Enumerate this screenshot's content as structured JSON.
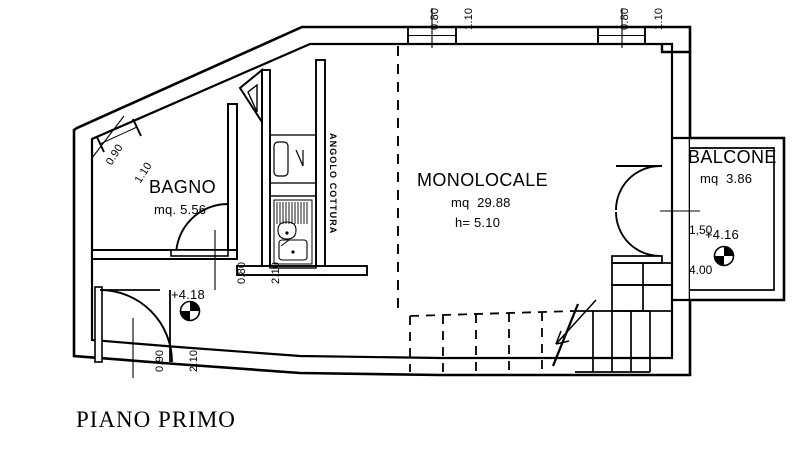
{
  "plan": {
    "title": "PIANO PRIMO",
    "ink_color": "#000000",
    "paper_color": "#ffffff"
  },
  "rooms": [
    {
      "id": "bagno",
      "name": "BAGNO",
      "area_label": "mq. 5.56"
    },
    {
      "id": "monolocale",
      "name": "MONOLOCALE",
      "area_label": "mq  29.88",
      "height_label": "h= 5.10"
    },
    {
      "id": "balcone",
      "name": "BALCONE",
      "area_label": "mq  3.86"
    }
  ],
  "kitchen": {
    "label": "ANGOLO COTTURA"
  },
  "openings": [
    {
      "id": "window-diagonal-bagno",
      "width": "0.90",
      "height": "1.10"
    },
    {
      "id": "window-top-left",
      "width": "0.80",
      "height": "1.10"
    },
    {
      "id": "window-top-right",
      "width": "0.80",
      "height": "1.10"
    },
    {
      "id": "door-bagno",
      "width": "0.80",
      "height": "2.10"
    },
    {
      "id": "door-entrance",
      "width": "0.90",
      "height": "2.10"
    }
  ],
  "balcony_opening": {
    "width": "1,50",
    "height": "4.00"
  },
  "levels": [
    {
      "id": "level-interior",
      "value": "+4.18"
    },
    {
      "id": "level-balcony",
      "value": "+4.16"
    }
  ]
}
